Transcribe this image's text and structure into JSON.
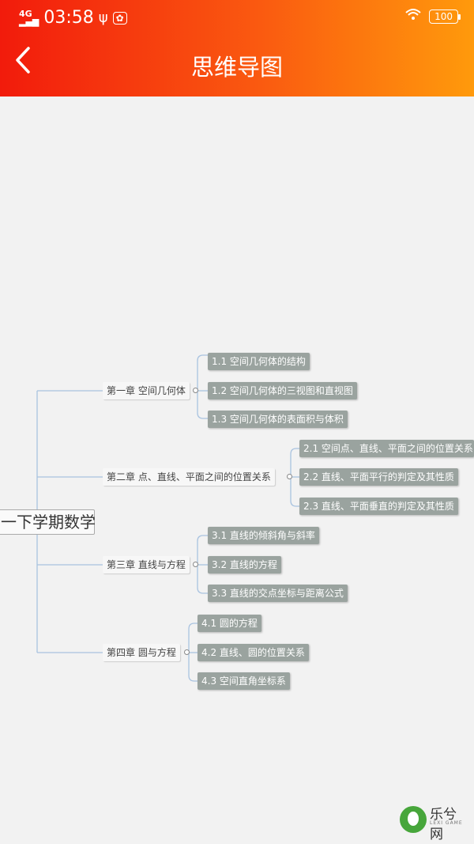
{
  "status_bar": {
    "network": "4G",
    "time": "03:58",
    "battery": "100"
  },
  "header": {
    "title": "思维导图"
  },
  "mindmap": {
    "root": "一下学期数学",
    "chapters": [
      {
        "label": "第一章 空间几何体",
        "items": [
          "1.1 空间几何体的结构",
          "1.2 空间几何体的三视图和直视图",
          "1.3 空间几何体的表面积与体积"
        ]
      },
      {
        "label": "第二章 点、直线、平面之间的位置关系",
        "items": [
          "2.1 空间点、直线、平面之间的位置关系",
          "2.2 直线、平面平行的判定及其性质",
          "2.3 直线、平面垂直的判定及其性质"
        ]
      },
      {
        "label": "第三章 直线与方程",
        "items": [
          "3.1 直线的倾斜角与斜率",
          "3.2 直线的方程",
          "3.3 直线的交点坐标与距离公式"
        ]
      },
      {
        "label": "第四章 圆与方程",
        "items": [
          "4.1 圆的方程",
          "4.2 直线、圆的位置关系",
          "4.3 空间直角坐标系"
        ]
      }
    ]
  },
  "watermark": {
    "text": "乐兮网",
    "sub": "LEXI GAME"
  }
}
